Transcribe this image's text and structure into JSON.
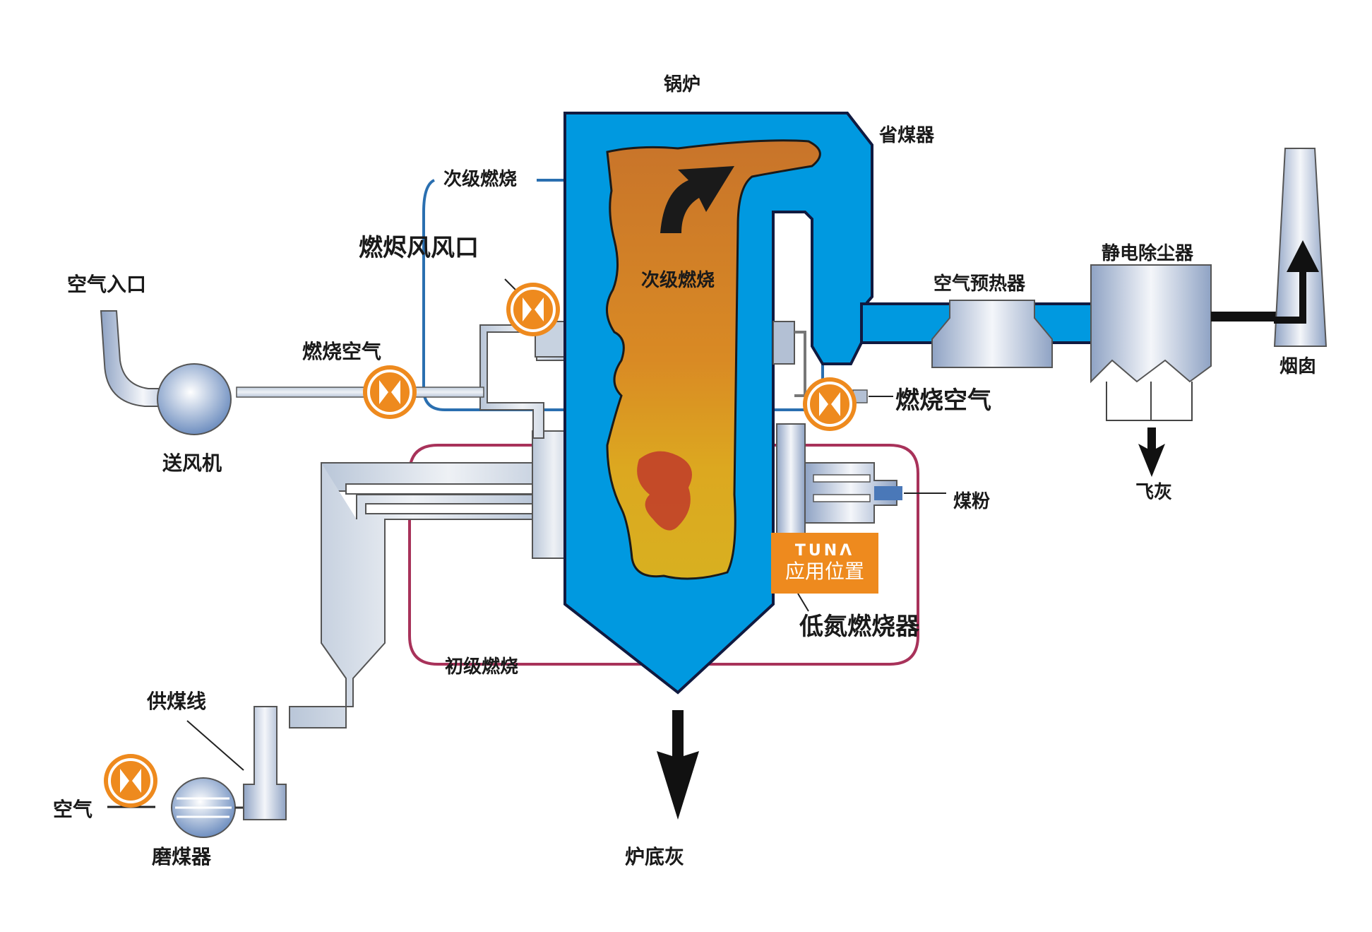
{
  "diagram": {
    "title": "低氮燃烧器在锅炉系统中的应用位置",
    "colors": {
      "boiler_wall": "#0099e0",
      "flame_upper": "#d07a24",
      "flame_lower": "#e0b020",
      "flame_core": "#c03a2a",
      "pipe_metal": "#c8d3e0",
      "valve_orange": "#ee8a1e",
      "secondary_line": "#2a6fb0",
      "primary_line": "#a8325a",
      "arrow": "#111111"
    },
    "labels": {
      "boiler": "锅炉",
      "economizer": "省煤器",
      "secondary_combustion_top": "次级燃烧",
      "secondary_combustion_inside": "次级燃烧",
      "overfire_air_port": "燃烬风风口",
      "air_inlet": "空气入口",
      "combustion_air_left": "燃烧空气",
      "combustion_air_right": "燃烧空气",
      "forced_draft_fan": "送风机",
      "air_preheater": "空气预热器",
      "electrostatic_precipitator": "静电除尘器",
      "chimney": "烟囱",
      "fly_ash": "飞灰",
      "pulverized_coal": "煤粉",
      "low_nox_burner": "低氮燃烧器",
      "primary_combustion": "初级燃烧",
      "coal_feed_line": "供煤线",
      "air": "空气",
      "coal_mill": "磨煤器",
      "bottom_ash": "炉底灰"
    },
    "badge": {
      "brand": "TUNΛ",
      "text": "应用位置"
    },
    "valves": [
      {
        "id": "overfire-air-valve",
        "icon": "valve-icon"
      },
      {
        "id": "combustion-air-left-valve",
        "icon": "valve-icon"
      },
      {
        "id": "combustion-air-right-valve",
        "icon": "valve-icon"
      },
      {
        "id": "mill-air-valve",
        "icon": "valve-icon"
      }
    ]
  }
}
